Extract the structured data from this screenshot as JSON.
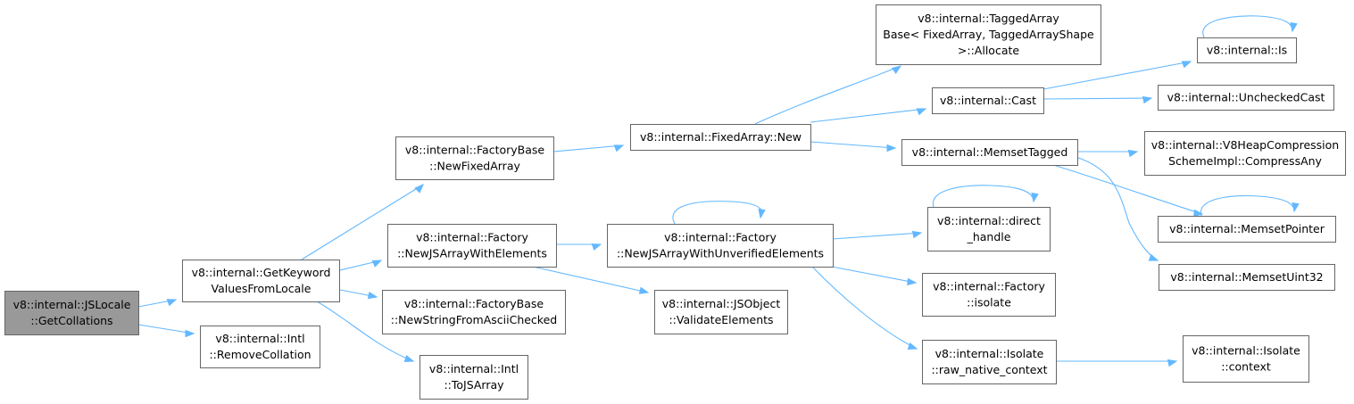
{
  "nodes": {
    "getcollations": [
      "v8::internal::JSLocale",
      "::GetCollations"
    ],
    "getkeyword": [
      "v8::internal::GetKeyword",
      "ValuesFromLocale"
    ],
    "removecollation": [
      "v8::internal::Intl",
      "::RemoveCollation"
    ],
    "newfixedarray": [
      "v8::internal::FactoryBase",
      "::NewFixedArray"
    ],
    "newjsarraywithelements": [
      "v8::internal::Factory",
      "::NewJSArrayWithElements"
    ],
    "newstringfromascii": [
      "v8::internal::FactoryBase",
      "::NewStringFromAsciiChecked"
    ],
    "tojsarray": [
      "v8::internal::Intl",
      "::ToJSArray"
    ],
    "fixedarraynew": [
      "v8::internal::FixedArray::New"
    ],
    "newjsarrayunverified": [
      "v8::internal::Factory",
      "::NewJSArrayWithUnverifiedElements"
    ],
    "validateelements": [
      "v8::internal::JSObject",
      "::ValidateElements"
    ],
    "taggedarrayallocate": [
      "v8::internal::TaggedArray",
      "Base< FixedArray, TaggedArrayShape",
      ">::Allocate"
    ],
    "cast": [
      "v8::internal::Cast"
    ],
    "memsettagged": [
      "v8::internal::MemsetTagged"
    ],
    "directhandle": [
      "v8::internal::direct",
      "_handle"
    ],
    "factoryisolate": [
      "v8::internal::Factory",
      "::isolate"
    ],
    "rawnativecontext": [
      "v8::internal::Isolate",
      "::raw_native_context"
    ],
    "is": [
      "v8::internal::Is"
    ],
    "uncheckedcast": [
      "v8::internal::UncheckedCast"
    ],
    "compressany": [
      "v8::internal::V8HeapCompression",
      "SchemeImpl::CompressAny"
    ],
    "memsetpointer": [
      "v8::internal::MemsetPointer"
    ],
    "memsetuint32": [
      "v8::internal::MemsetUint32"
    ],
    "isolatecontext": [
      "v8::internal::Isolate",
      "::context"
    ]
  },
  "colors": {
    "edge": "#63b8ff",
    "node_border": "#666666",
    "root_fill": "#999999",
    "node_fill": "#ffffff"
  }
}
